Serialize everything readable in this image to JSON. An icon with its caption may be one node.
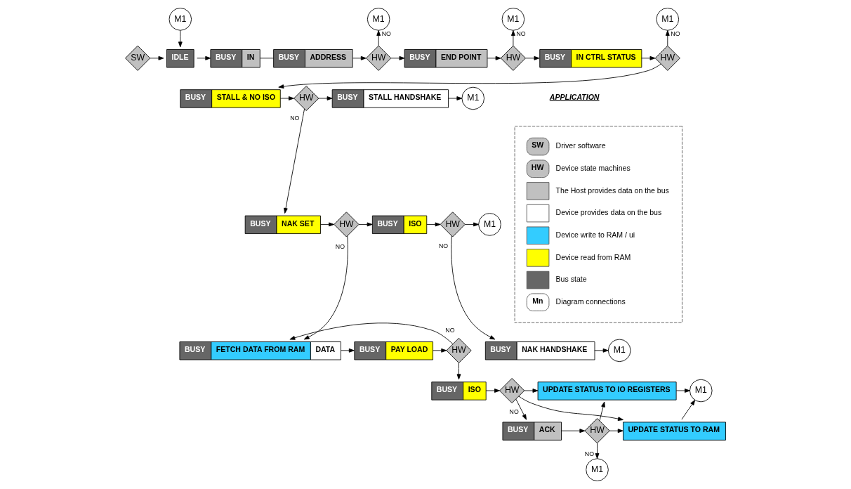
{
  "diagram": {
    "nodes": [
      {
        "text": [
          "M1"
        ]
      },
      {
        "text": [
          "SW"
        ]
      },
      {
        "text": [
          "IDLE"
        ]
      },
      {
        "text": [
          "BUSY",
          "IN"
        ]
      },
      {
        "text": [
          "BUSY",
          "ADDRESS"
        ]
      },
      {
        "text": [
          "HW"
        ]
      },
      {
        "text": [
          "M1"
        ]
      },
      {
        "text": [
          "BUSY",
          "END POINT"
        ]
      },
      {
        "text": [
          "HW"
        ]
      },
      {
        "text": [
          "M1"
        ]
      },
      {
        "text": [
          "BUSY",
          "IN CTRL STATUS"
        ]
      },
      {
        "text": [
          "HW"
        ]
      },
      {
        "text": [
          "M1"
        ]
      },
      {
        "text": [
          "BUSY",
          "STALL & NO ISO"
        ]
      },
      {
        "text": [
          "HW"
        ]
      },
      {
        "text": [
          "BUSY",
          "STALL HANDSHAKE"
        ]
      },
      {
        "text": [
          "M1"
        ]
      },
      {
        "text": [
          "BUSY",
          "NAK SET"
        ]
      },
      {
        "text": [
          "HW"
        ]
      },
      {
        "text": [
          "BUSY",
          "ISO"
        ]
      },
      {
        "text": [
          "HW"
        ]
      },
      {
        "text": [
          "M1"
        ]
      },
      {
        "text": [
          "BUSY",
          "NAK HANDSHAKE"
        ]
      },
      {
        "text": [
          "M1"
        ]
      },
      {
        "text": [
          "BUSY",
          "FETCH DATA FROM RAM",
          "DATA"
        ]
      },
      {
        "text": [
          "BUSY",
          "PAY LOAD"
        ]
      },
      {
        "text": [
          "HW"
        ]
      },
      {
        "text": [
          "BUSY",
          "ISO"
        ]
      },
      {
        "text": [
          "HW"
        ]
      },
      {
        "text": [
          "BUSY",
          "ACK"
        ]
      },
      {
        "text": [
          "HW"
        ]
      },
      {
        "text": [
          "UPDATE STATUS TO IO REGISTERS"
        ]
      },
      {
        "text": [
          "UPDATE STATUS TO RAM"
        ]
      },
      {
        "text": [
          "M1"
        ]
      },
      {
        "text": [
          "M1"
        ]
      }
    ],
    "edges": [
      {
        "from": 0,
        "to": 2,
        "arrow": "to"
      },
      {
        "from": 1,
        "to": 2,
        "arrow": "to"
      },
      {
        "from": 2,
        "to": 3,
        "arrow": "to"
      },
      {
        "from": 3,
        "to": 4,
        "arrow": "none"
      },
      {
        "from": 4,
        "to": 5,
        "arrow": "to"
      },
      {
        "from": 5,
        "to": 6,
        "arrow": "to",
        "label": "NO"
      },
      {
        "from": 5,
        "to": 7,
        "arrow": "to"
      },
      {
        "from": 7,
        "to": 8,
        "arrow": "to"
      },
      {
        "from": 8,
        "to": 9,
        "arrow": "to",
        "label": "NO"
      },
      {
        "from": 8,
        "to": 10,
        "arrow": "to"
      },
      {
        "from": 10,
        "to": 11,
        "arrow": "to"
      },
      {
        "from": 11,
        "to": 12,
        "arrow": "to",
        "label": "NO"
      },
      {
        "from": 11,
        "to": 13,
        "arrow": "to"
      },
      {
        "from": 13,
        "to": 14,
        "arrow": "to"
      },
      {
        "from": 14,
        "to": 15,
        "arrow": "to"
      },
      {
        "from": 15,
        "to": 16,
        "arrow": "to"
      },
      {
        "from": 14,
        "to": 17,
        "arrow": "to",
        "label": "NO"
      },
      {
        "from": 17,
        "to": 18,
        "arrow": "to"
      },
      {
        "from": 18,
        "to": 19,
        "arrow": "to"
      },
      {
        "from": 19,
        "to": 20,
        "arrow": "to"
      },
      {
        "from": 20,
        "to": 21,
        "arrow": "to"
      },
      {
        "from": 20,
        "to": 22,
        "arrow": "to",
        "label": "NO"
      },
      {
        "from": 22,
        "to": 23,
        "arrow": "to"
      },
      {
        "from": 18,
        "to": 24,
        "arrow": "to",
        "label": "NO"
      },
      {
        "from": 24,
        "to": 25,
        "arrow": "to"
      },
      {
        "from": 25,
        "to": 26,
        "arrow": "to"
      },
      {
        "from": 26,
        "to": 24,
        "arrow": "to",
        "label": "NO"
      },
      {
        "from": 26,
        "to": 27,
        "arrow": "to"
      },
      {
        "from": 27,
        "to": 28,
        "arrow": "to"
      },
      {
        "from": 28,
        "to": 29,
        "arrow": "to",
        "label": "NO"
      },
      {
        "from": 29,
        "to": 30,
        "arrow": "to"
      },
      {
        "from": 30,
        "to": 34,
        "arrow": "to",
        "label": "NO"
      },
      {
        "from": 28,
        "to": 31,
        "arrow": "to"
      },
      {
        "from": 28,
        "to": 32,
        "arrow": "to"
      },
      {
        "from": 30,
        "to": 31,
        "arrow": "to"
      },
      {
        "from": 30,
        "to": 32,
        "arrow": "to"
      },
      {
        "from": 31,
        "to": 33,
        "arrow": "to"
      },
      {
        "from": 32,
        "to": 33,
        "arrow": "to"
      }
    ],
    "labels": [
      "APPLICATION",
      "SW",
      "HW",
      "Mn"
    ],
    "legend": [
      {
        "text": "Driver software"
      },
      {
        "text": "Device state machines"
      },
      {
        "text": "The Host provides data on the bus",
        "color": "#c0c0c0"
      },
      {
        "text": "Device provides data on the bus",
        "color": "#ffffff"
      },
      {
        "text": "Device write to RAM / ui",
        "color": "#33ccff"
      },
      {
        "text": "Device read from RAM",
        "color": "#ffff00"
      },
      {
        "text": "Bus state",
        "color": "#666666"
      },
      {
        "text": "Diagram connections"
      }
    ]
  }
}
